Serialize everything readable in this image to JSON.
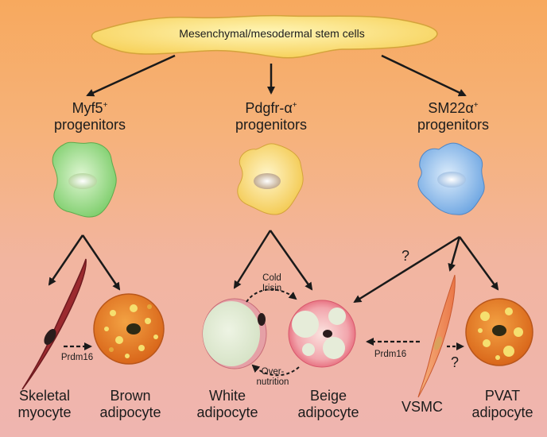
{
  "stem_cell": "Mesenchymal/mesodermal stem cells",
  "progenitors": [
    {
      "name": "Myf5",
      "sup": "+",
      "sub": "progenitors"
    },
    {
      "name": "Pdgfr-α",
      "sup": "+",
      "sub": "progenitors"
    },
    {
      "name": "SM22α",
      "sup": "+",
      "sub": "progenitors"
    }
  ],
  "cells": {
    "skeletal": {
      "line1": "Skeletal",
      "line2": "myocyte"
    },
    "brown": {
      "line1": "Brown",
      "line2": "adipocyte"
    },
    "white": {
      "line1": "White",
      "line2": "adipocyte"
    },
    "beige": {
      "line1": "Beige",
      "line2": "adipocyte"
    },
    "vsmc": {
      "line1": "VSMC"
    },
    "pvat": {
      "line1": "PVAT",
      "line2": "adipocyte"
    }
  },
  "arrow_labels": {
    "prdm16_left": "Prdm16",
    "prdm16_right": "Prdm16",
    "cold": "Cold",
    "irisin": "Irisin",
    "over1": "Over-",
    "over2": "nutrition",
    "question_top": "?",
    "question_bottom": "?"
  },
  "colors": {
    "myf5_cell": "#9fdc8f",
    "pdgfr_cell": "#f7d977",
    "sm22_cell": "#8fb9ea",
    "skeletal_cell": "#9b2a2f",
    "brown_cell": "#e1751d",
    "white_cell": "#e3ecd6",
    "beige_rim": "#e86f7e",
    "vsmc_cell": "#f08a5a",
    "pvat_cell": "#e8731f"
  }
}
